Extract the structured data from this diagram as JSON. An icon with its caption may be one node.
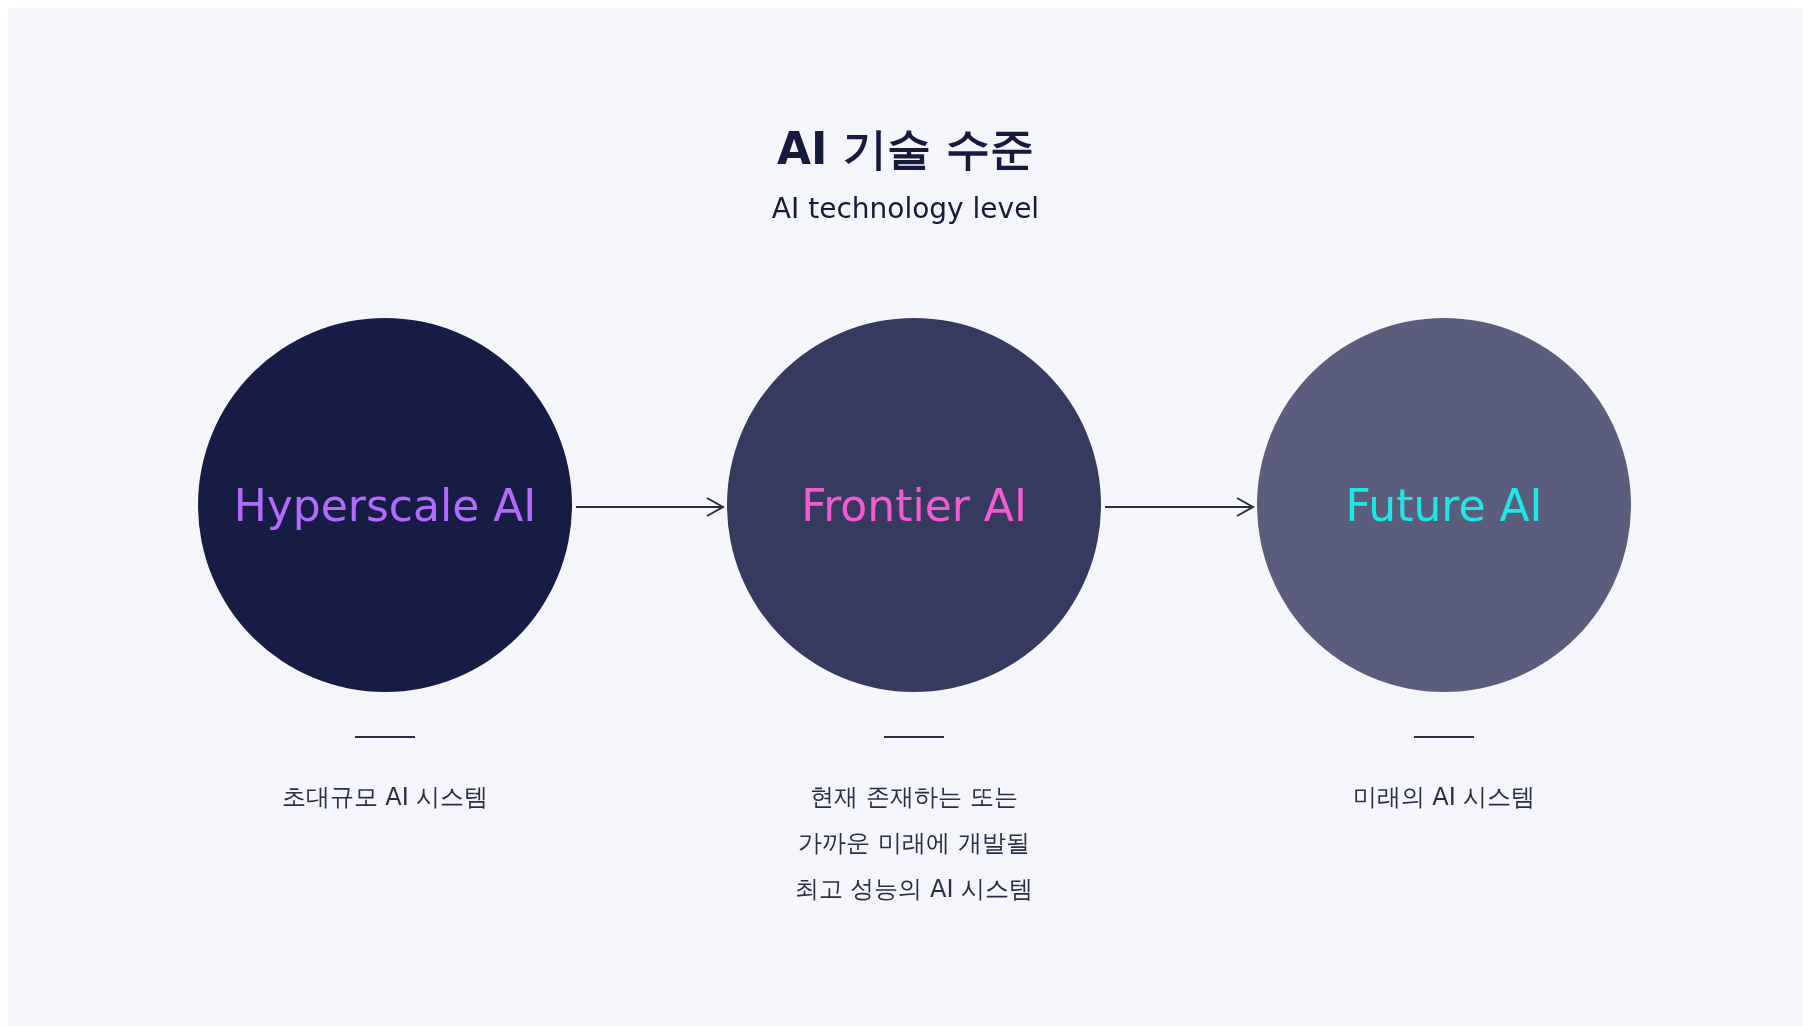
{
  "diagram": {
    "title": "AI 기술 수준",
    "caption": "AI technology level",
    "nodes": [
      {
        "text": [
          "Hyperscale AI"
        ],
        "beside": [
          "초대규모 AI 시스템"
        ]
      },
      {
        "text": [
          "Frontier AI"
        ],
        "beside": [
          "현재 존재하는 또는 가까운 미래에 개발될 최고 성능의 AI 시스템"
        ]
      },
      {
        "text": [
          "Future AI"
        ],
        "beside": [
          "미래의 AI 시스템"
        ]
      }
    ],
    "edges": [
      {
        "from": 0,
        "to": 1,
        "arrow": "to"
      },
      {
        "from": 1,
        "to": 2,
        "arrow": "to"
      }
    ]
  }
}
